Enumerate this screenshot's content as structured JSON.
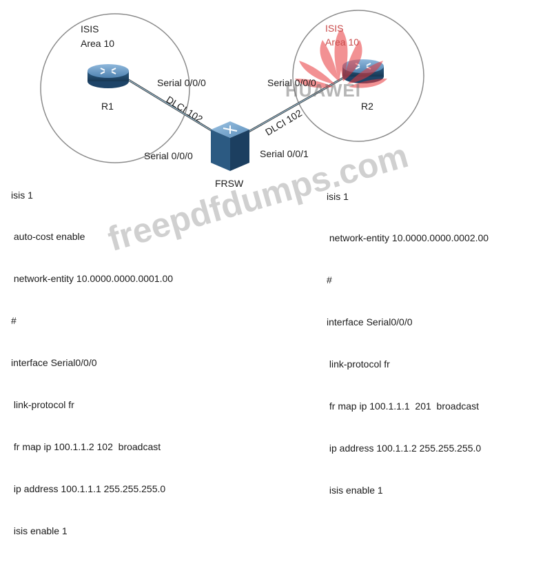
{
  "left_area": {
    "protocol": "ISIS",
    "area": "Area 10"
  },
  "right_area": {
    "protocol": "ISIS",
    "area": "Area 10"
  },
  "r1": {
    "name": "R1",
    "interface": "Serial 0/0/0",
    "dlci": "DLCI 102"
  },
  "r2": {
    "name": "R2",
    "interface": "Serial 0/0/0",
    "dlci": "DLCI 102"
  },
  "frsw": {
    "name": "FRSW",
    "left_interface": "Serial 0/0/0",
    "right_interface": "Serial 0/0/1"
  },
  "r1_config": [
    "isis 1",
    " auto-cost enable",
    " network-entity 10.0000.0000.0001.00",
    "#",
    "interface Serial0/0/0",
    " link-protocol fr",
    " fr map ip 100.1.1.2 102  broadcast",
    " ip address 100.1.1.1 255.255.255.0",
    " isis enable 1"
  ],
  "r2_config": [
    "isis 1",
    " network-entity 10.0000.0000.0002.00",
    "#",
    "interface Serial0/0/0",
    " link-protocol fr",
    " fr map ip 100.1.1.1  201  broadcast",
    " ip address 100.1.1.2 255.255.255.0",
    " isis enable 1"
  ],
  "watermarks": {
    "huawei": "HUAWEI",
    "site": "freepdfdumps.com"
  },
  "colors": {
    "router_body": "#2f5f86",
    "router_top": "#6f9fca",
    "switch_body": "#3f6f98",
    "huawei_red": "#e8393c"
  }
}
